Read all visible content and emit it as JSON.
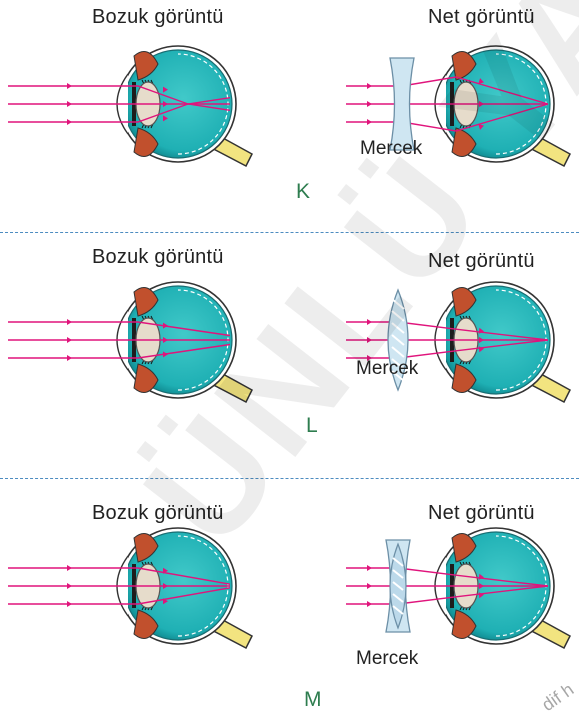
{
  "panels": [
    {
      "id": "K",
      "left_caption": "Bozuk görüntü",
      "right_caption": "Net görüntü",
      "lens_label": "Mercek",
      "letter": "K",
      "lens_type": "concave"
    },
    {
      "id": "L",
      "left_caption": "Bozuk görüntü",
      "right_caption": "Net görüntü",
      "lens_label": "Mercek",
      "letter": "L",
      "lens_type": "convex"
    },
    {
      "id": "M",
      "left_caption": "Bozuk görüntü",
      "right_caption": "Net görüntü",
      "lens_label": "Mercek",
      "letter": "M",
      "lens_type": "combined"
    }
  ],
  "watermark": "ÜNLÜ YAYIN",
  "corner_text": "dif h",
  "colors": {
    "ray": "#e0147c",
    "eye": "#1fb0b4",
    "eye_dark": "#0b7f86",
    "muscle": "#c1502d",
    "nerve": "#f2e480",
    "lens_glass": "#cfe6f2",
    "label_letter": "#2e7d4f",
    "divider": "#4d8cc0"
  }
}
